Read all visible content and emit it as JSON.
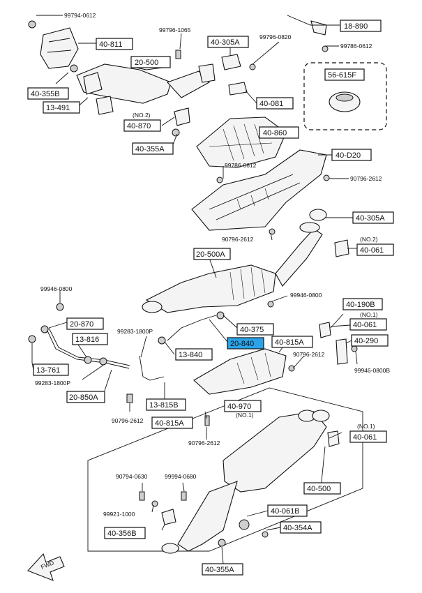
{
  "boxed_labels": {
    "b18890": "18-890",
    "b40811": "40-811",
    "b40305A_top": "40-305A",
    "b20500": "20-500",
    "b40355B": "40-355B",
    "b13491": "13-491",
    "b40081": "40-081",
    "b56615F": "56-615F",
    "b40870": "40-870",
    "b40355A_left": "40-355A",
    "b40860": "40-860",
    "b40D20": "40-D20",
    "b40305A_right": "40-305A",
    "b40061_a": "40-061",
    "b20500A": "20-500A",
    "b40190B": "40-190B",
    "b40375": "40-375",
    "b40061_b": "40-061",
    "b20870": "20-870",
    "b20840": "20-840",
    "b40815A_top": "40-815A",
    "b40290": "40-290",
    "b13816": "13-816",
    "b13840": "13-840",
    "b13761": "13-761",
    "b20850A": "20-850A",
    "b13815B": "13-815B",
    "b40970": "40-970",
    "b40815A_low": "40-815A",
    "b40061_c": "40-061",
    "b40500": "40-500",
    "b40061B": "40-061B",
    "b40356B": "40-356B",
    "b40354A": "40-354A",
    "b40355A_bottom": "40-355A"
  },
  "part_numbers": {
    "p99794_0612": "99794-0612",
    "p99796_1065": "99796-1065",
    "p99796_0820": "99796-0820",
    "p99786_0612_top": "99786-0612",
    "p99786_0612_mid": "99786-0612",
    "p90796_2612_a": "90796-2612",
    "p90796_2612_b": "90796-2612",
    "p99946_0800_left": "99946-0800",
    "p99946_0800_right": "99946-0800",
    "p99283_1800P_a": "99283-1800P",
    "p99283_1800P_b": "99283-1800P",
    "p90796_2612_c": "90796-2612",
    "p99946_0800B": "99946-0800B",
    "p90796_2612_d": "90796-2612",
    "p90796_2612_e": "90796-2612",
    "p90794_0630": "90794-0630",
    "p99994_0680": "99994-0680",
    "p99921_1000": "99921-1000"
  },
  "notes": {
    "no2_a": "(NO.2)",
    "no2_b": "(NO.2)",
    "no1_a": "(NO.1)",
    "no1_b": "(NO.1)",
    "no1_c": "(NO.1)"
  },
  "fwd": "FWD",
  "colors": {
    "highlight": "#2aa3e8",
    "line": "#111111",
    "background": "#ffffff"
  }
}
